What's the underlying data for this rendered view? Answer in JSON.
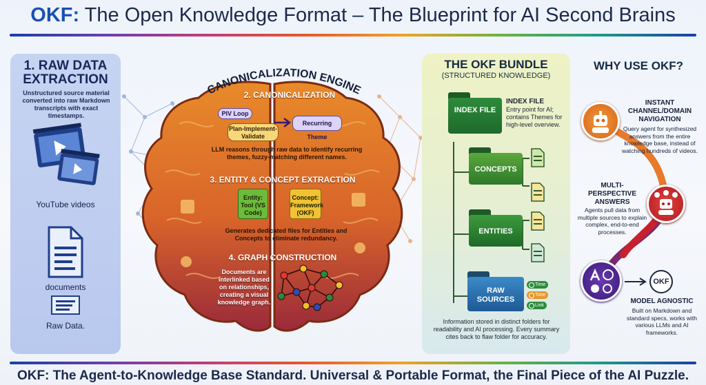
{
  "title": {
    "brand": "OKF:",
    "rest": " The Open Knowledge Format – The Blueprint for AI Second Brains"
  },
  "footer": "OKF: The Agent-to-Knowledge Base Standard. Universal & Portable Format, the Final Piece of the AI Puzzle.",
  "left": {
    "title": "1. RAW DATA EXTRACTION",
    "description": "Unstructured source material converted into raw Markdown transcripts with exact timestamps.",
    "labels": [
      "YouTube videos",
      "documents",
      "Raw Data."
    ]
  },
  "engine": {
    "label": "CANONICALIZATION ENGINE",
    "step2": {
      "title": "2. CANONICALIZATION",
      "pill_loop": "PIV Loop",
      "pill_piv": "Plan-Implement-Validate",
      "pill_theme": "Recurring Theme",
      "text": "LLM reasons through raw data to identify recurring themes, fuzzy-matching different names."
    },
    "step3": {
      "title": "3. ENTITY & CONCEPT EXTRACTION",
      "entity_doc": "Entity: Tool (VS Code)",
      "concept_doc": "Concept: Framework (OKF)",
      "text": "Generates dedicated files for Entities and Concepts to eliminate redundancy."
    },
    "step4": {
      "title": "4. GRAPH CONSTRUCTION",
      "text": "Documents are interlinked based on relationships, creating a visual knowledge graph."
    }
  },
  "bundle": {
    "title": "THE OKF BUNDLE",
    "subtitle": "(STRUCTURED KNOWLEDGE)",
    "index_head": "INDEX FILE",
    "index_desc": "Entry point for AI; contains Themes for high-level overview.",
    "folders": [
      "INDEX FILE",
      "CONCEPTS",
      "ENTITIES",
      "RAW SOURCES"
    ],
    "tags": [
      "Time",
      "Time",
      "Link"
    ],
    "description": "Information stored in distinct folders for readability and AI processing. Every summary cites back to flaw folder for accuracy."
  },
  "why": {
    "title": "WHY USE OKF?",
    "items": [
      {
        "head": "INSTANT CHANNEL/DOMAIN NAVIGATION",
        "text": "Query agent for synthesized answers from the entire knowledge base, instead of watching hundreds of videos."
      },
      {
        "head": "MULTI-PERSPECTIVE ANSWERS",
        "text": "Agents pull data from multiple sources to explain complex, end-to-end processes."
      },
      {
        "head": "MODEL AGNOSTIC",
        "text": "Built on Markdown and standard specs, works with various LLMs and AI frameworks."
      }
    ],
    "badge": "OKF"
  },
  "colors": {
    "brand": "#1a4fb0",
    "left_panel": "#bccaee",
    "brain": "#e07a28",
    "brain_dark": "#a8342a",
    "folder": "#2e7d36",
    "step_orange": "#e8772a",
    "step_red": "#c8212e",
    "step_purple": "#5a2a9a"
  }
}
